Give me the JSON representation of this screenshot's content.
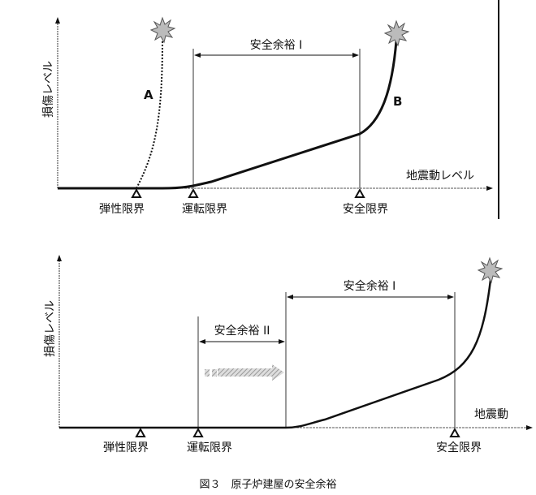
{
  "top": {
    "y_label": "損傷レベル",
    "x_label": "地震動レベル",
    "curve_a": "A",
    "curve_b": "B",
    "margin_1": "安全余裕 I",
    "markers": [
      "弾性限界",
      "運転限界",
      "安全限界"
    ]
  },
  "bottom": {
    "y_label": "損傷レベル",
    "x_label": "地震動",
    "margin_1": "安全余裕 I",
    "margin_2": "安全余裕 II",
    "markers": [
      "弾性限界",
      "運転限界",
      "安全限界"
    ]
  },
  "caption": "図３　原子炉建屋の安全余裕"
}
